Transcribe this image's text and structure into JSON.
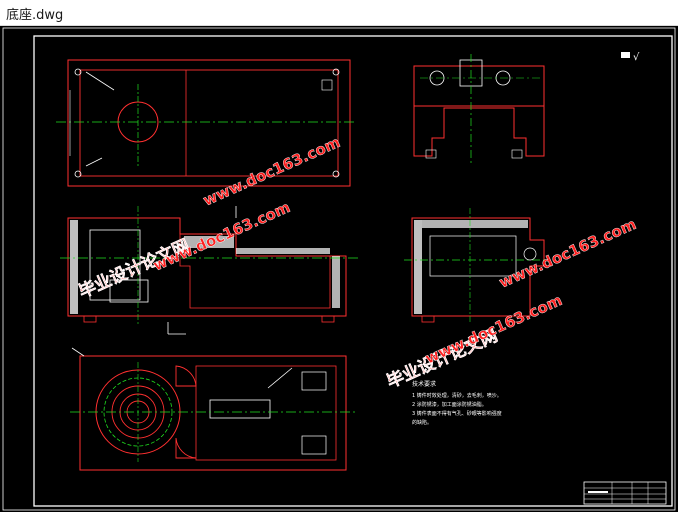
{
  "window": {
    "title": "底座.dwg"
  },
  "drawing": {
    "roughness_symbol": "√",
    "tech_req": {
      "title": "技术要求",
      "items": [
        "1  铸件时效处理，清砂，去毛刺，喷沙。",
        "2  涂防锈漆，加工面涂防锈油脂。",
        "3  铸件表面不得有气孔、砂眼等影响强度",
        "   的缺陷。"
      ]
    },
    "watermarks": {
      "text_cn": "毕业设计论文网",
      "text_url": "www.doc163.com"
    }
  },
  "colors": {
    "background": "#000000",
    "outline": "#ff3030",
    "centerline": "#20e020",
    "detail": "#ffffff",
    "watermark": "#ff2020"
  }
}
